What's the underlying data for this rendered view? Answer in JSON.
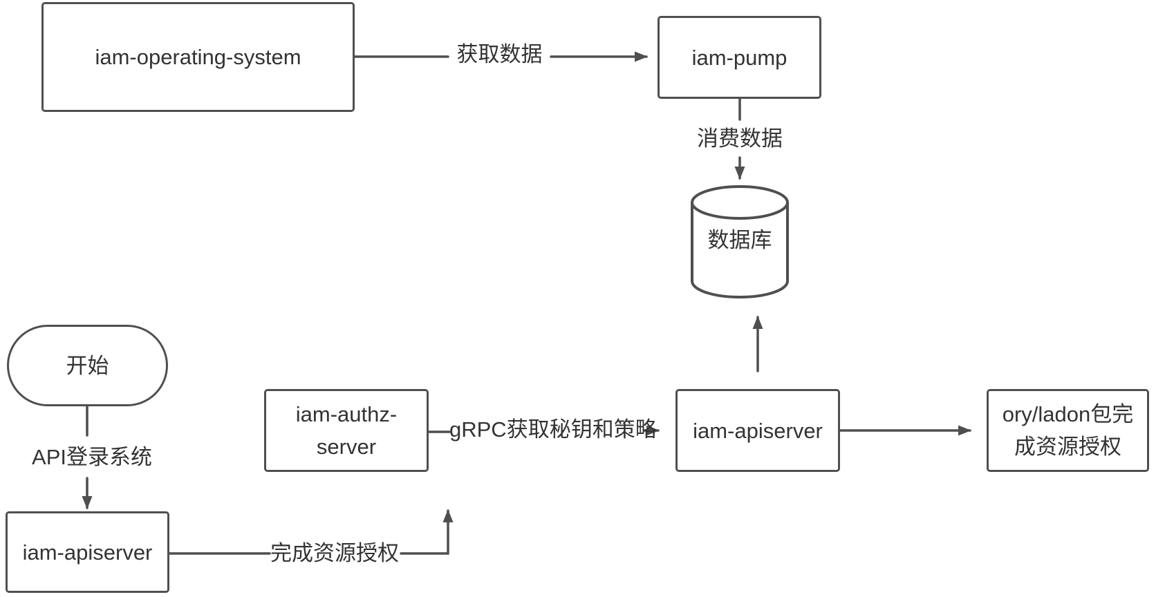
{
  "colors": {
    "stroke": "#4f4f4f",
    "text": "#333333",
    "background": "#ffffff"
  },
  "nodes": {
    "operating_system": {
      "label": "iam-operating-system"
    },
    "pump": {
      "label": "iam-pump"
    },
    "database": {
      "label": "数据库"
    },
    "start": {
      "label": "开始"
    },
    "apiserver_login": {
      "label": "iam-apiserver"
    },
    "authz_server": {
      "line1": "iam-authz-",
      "line2": "server"
    },
    "apiserver_main": {
      "label": "iam-apiserver"
    },
    "ory_ladon": {
      "line1": "ory/ladon包完",
      "line2": "成资源授权"
    }
  },
  "edges": {
    "fetch_data": {
      "label": "获取数据"
    },
    "consume_data": {
      "label": "消费数据"
    },
    "api_login": {
      "label": "API登录系统"
    },
    "complete_authz": {
      "label": "完成资源授权"
    },
    "grpc_fetch": {
      "label": "gRPC获取秘钥和策略"
    }
  }
}
